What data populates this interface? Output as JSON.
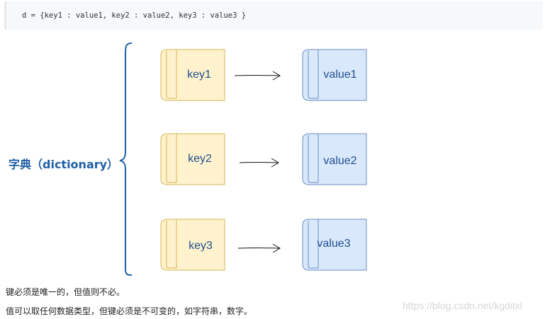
{
  "code": {
    "text": "d = {key1 : value1, key2 : value2, key3 : value3 }"
  },
  "diagram": {
    "dictionary_label": "字典（dictionary）",
    "pairs": [
      {
        "key": "key1",
        "value": "value1"
      },
      {
        "key": "key2",
        "value": "value2"
      },
      {
        "key": "key3",
        "value": "value3"
      }
    ],
    "colors": {
      "key_fill": "#fff2cc",
      "key_stroke": "#d6b656",
      "value_fill": "#dae8fc",
      "value_stroke": "#6c8ebf",
      "brace": "#1f5fa6",
      "label": "#1f5fa6"
    }
  },
  "notes": {
    "line1": "键必须是唯一的，但值则不必。",
    "line2": "值可以取任何数据类型，但键必须是不可变的，如字符串，数字。"
  },
  "watermark": "https://blog.csdn.net/kgditxl"
}
